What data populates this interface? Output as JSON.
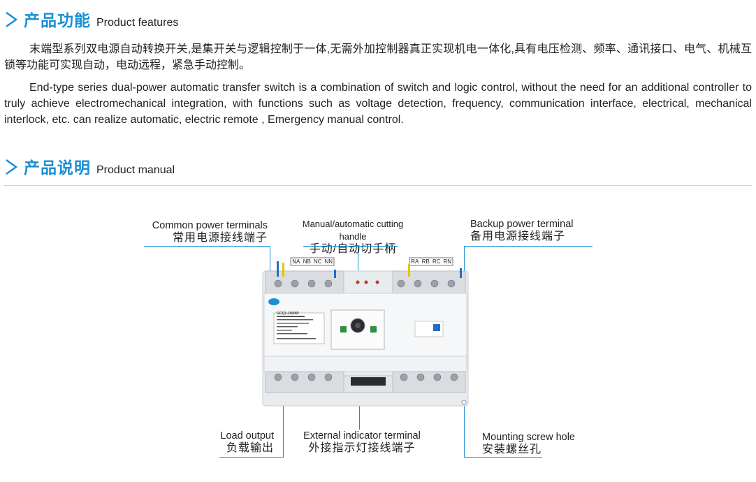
{
  "section_features": {
    "zh_title": "产品功能",
    "en_title": "Product features",
    "paragraph_zh": "末端型系列双电源自动转换开关,是集开关与逻辑控制于一体,无需外加控制器真正实现机电一体化,具有电压检测、频率、通讯接口、电气、机械互锁等功能可实现自动，电动远程，紧急手动控制。",
    "paragraph_en": "End-type series dual-power automatic transfer switch is a combination of switch and logic control, without the need for an additional controller to truly achieve electromechanical integration, with functions such as voltage detection, frequency, communication interface, electrical, mechanical interlock, etc. can realize automatic, electric remote , Emergency manual control."
  },
  "section_manual": {
    "zh_title": "产品说明",
    "en_title": "Product manual"
  },
  "callouts": {
    "common_power": {
      "en": "Common power terminals",
      "zh": "常用电源接线端子"
    },
    "handle": {
      "en": "Manual/automatic cutting handle",
      "zh": "手动/自动切手柄"
    },
    "backup_power": {
      "en": "Backup power terminal",
      "zh": "备用电源接线端子"
    },
    "load_output": {
      "en": "Load output",
      "zh": "负载输出"
    },
    "indicator": {
      "en": "External indicator terminal",
      "zh": "外接指示灯接线端子"
    },
    "screw_hole": {
      "en": "Mounting screw hole",
      "zh": "安装螺丝孔"
    }
  },
  "device": {
    "left_terminals": [
      "NA",
      "NB",
      "NC",
      "NN"
    ],
    "right_terminals": [
      "RA",
      "RB",
      "RC",
      "RN"
    ],
    "model": "GCQ1-100/4P"
  },
  "colors": {
    "accent": "#1a8fd3",
    "terminal_blue": "#1e6fc9",
    "terminal_yellow": "#e8c200"
  }
}
